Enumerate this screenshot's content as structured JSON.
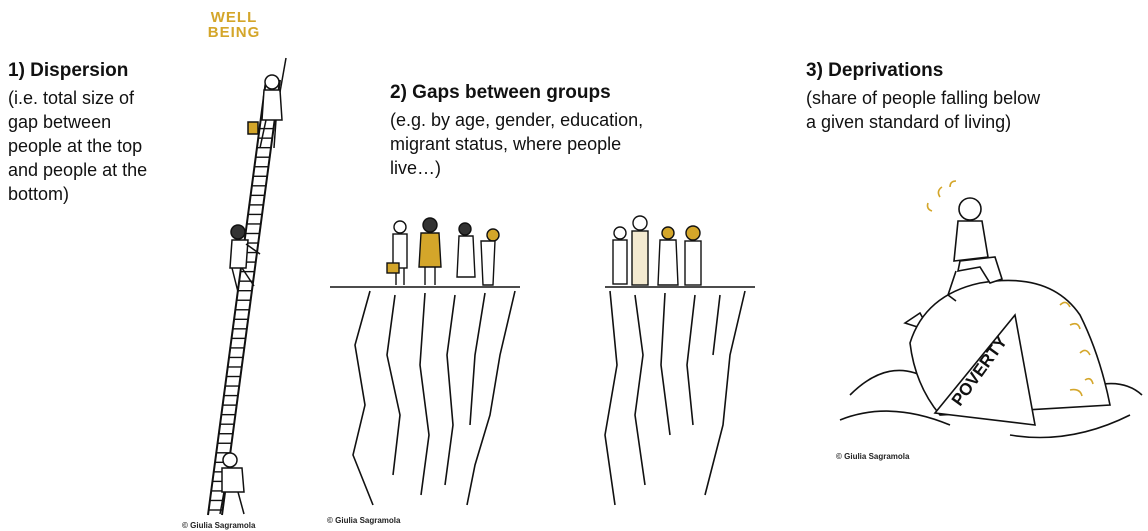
{
  "panel1": {
    "heading": "1)   Dispersion",
    "lines": [
      "(i.e. total size of",
      "gap between",
      "people at the top",
      "and people at the",
      "bottom)"
    ],
    "banner": [
      "WELL",
      "BEING"
    ],
    "credit": "© Giulia Sagramola"
  },
  "panel2": {
    "heading": "2) Gaps between groups",
    "lines": [
      "(e.g. by age, gender, education,",
      "migrant status, where people",
      "live…)"
    ],
    "credit": "© Giulia Sagramola"
  },
  "panel3": {
    "heading": "3) Deprivations",
    "lines": [
      "(share of people falling below",
      "a given standard of living)"
    ],
    "rock_label": "POVERTY",
    "credit": "© Giulia Sagramola"
  },
  "colors": {
    "accent": "#d4a62a",
    "ink": "#111111"
  }
}
